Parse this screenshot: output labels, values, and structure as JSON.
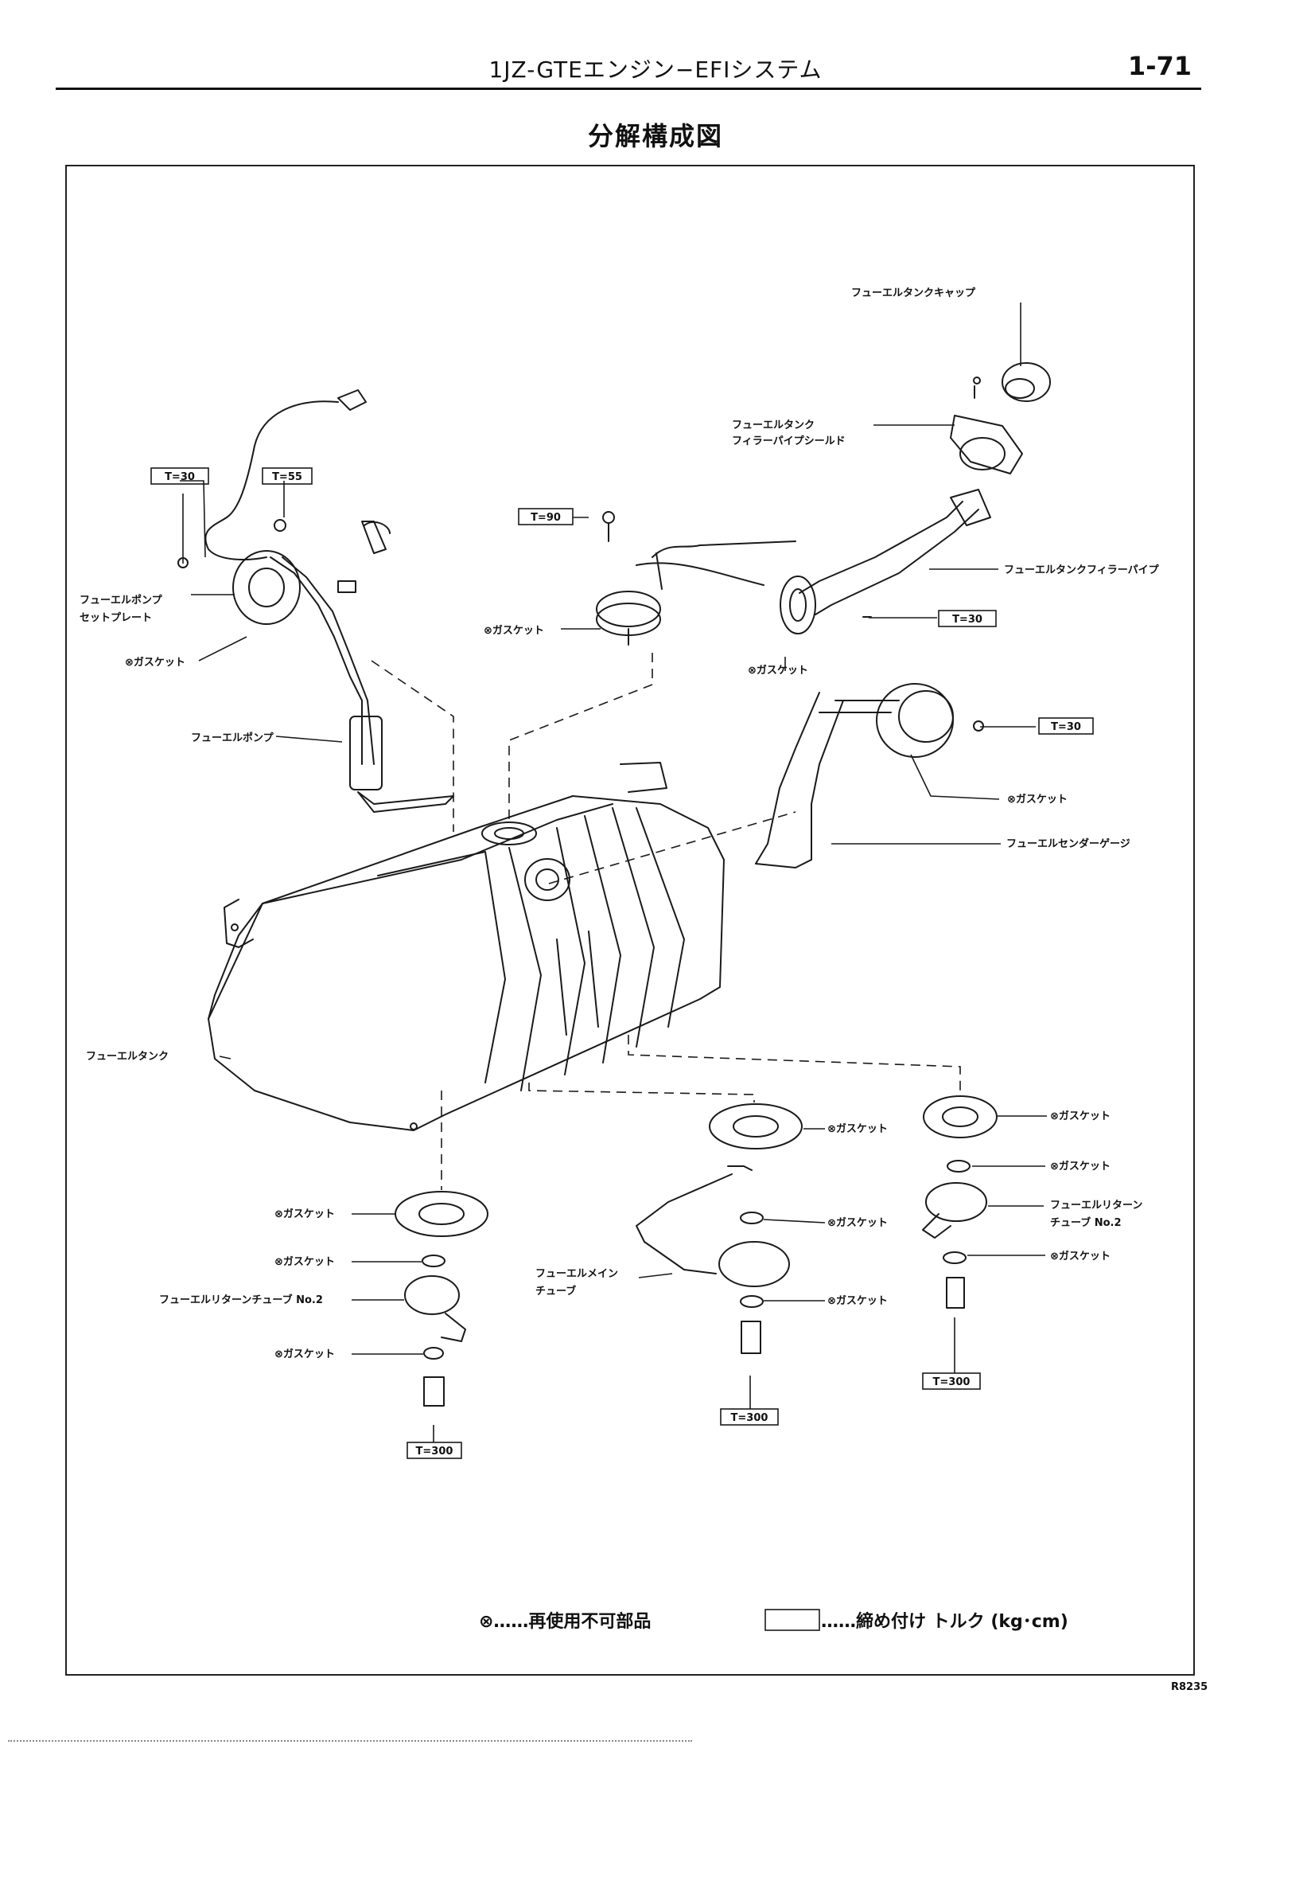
{
  "header": {
    "title": "1JZ-GTEエンジン−EFIシステム",
    "page_number": "1-71"
  },
  "section_title": "分解構成図",
  "labels": {
    "fuel_tank_cap": "フューエルタンクキャップ",
    "filler_shield_1": "フューエルタンク",
    "filler_shield_2": "フィラーパイプシールド",
    "filler_pipe": "フューエルタンクフィラーパイプ",
    "pump_plate_1": "フューエルポンプ",
    "pump_plate_2": "セットプレート",
    "gasket": "⊗ガスケット",
    "fuel_pump": "フューエルポンプ",
    "sender_gauge": "フューエルセンダーゲージ",
    "fuel_tank": "フューエルタンク",
    "return_tube_right_1": "フューエルリターン",
    "return_tube_right_2": "チューブ No.2",
    "main_tube_1": "フューエルメイン",
    "main_tube_2": "チューブ",
    "return_tube_left": "フューエルリターンチューブ No.2"
  },
  "torque": {
    "t30": "T=30",
    "t55": "T=55",
    "t90": "T=90",
    "t300": "T=300"
  },
  "legend": {
    "non_reusable": "⊗……再使用不可部品",
    "torque": "……締め付け トルク (kg･cm)"
  },
  "figure_code": "R8235"
}
